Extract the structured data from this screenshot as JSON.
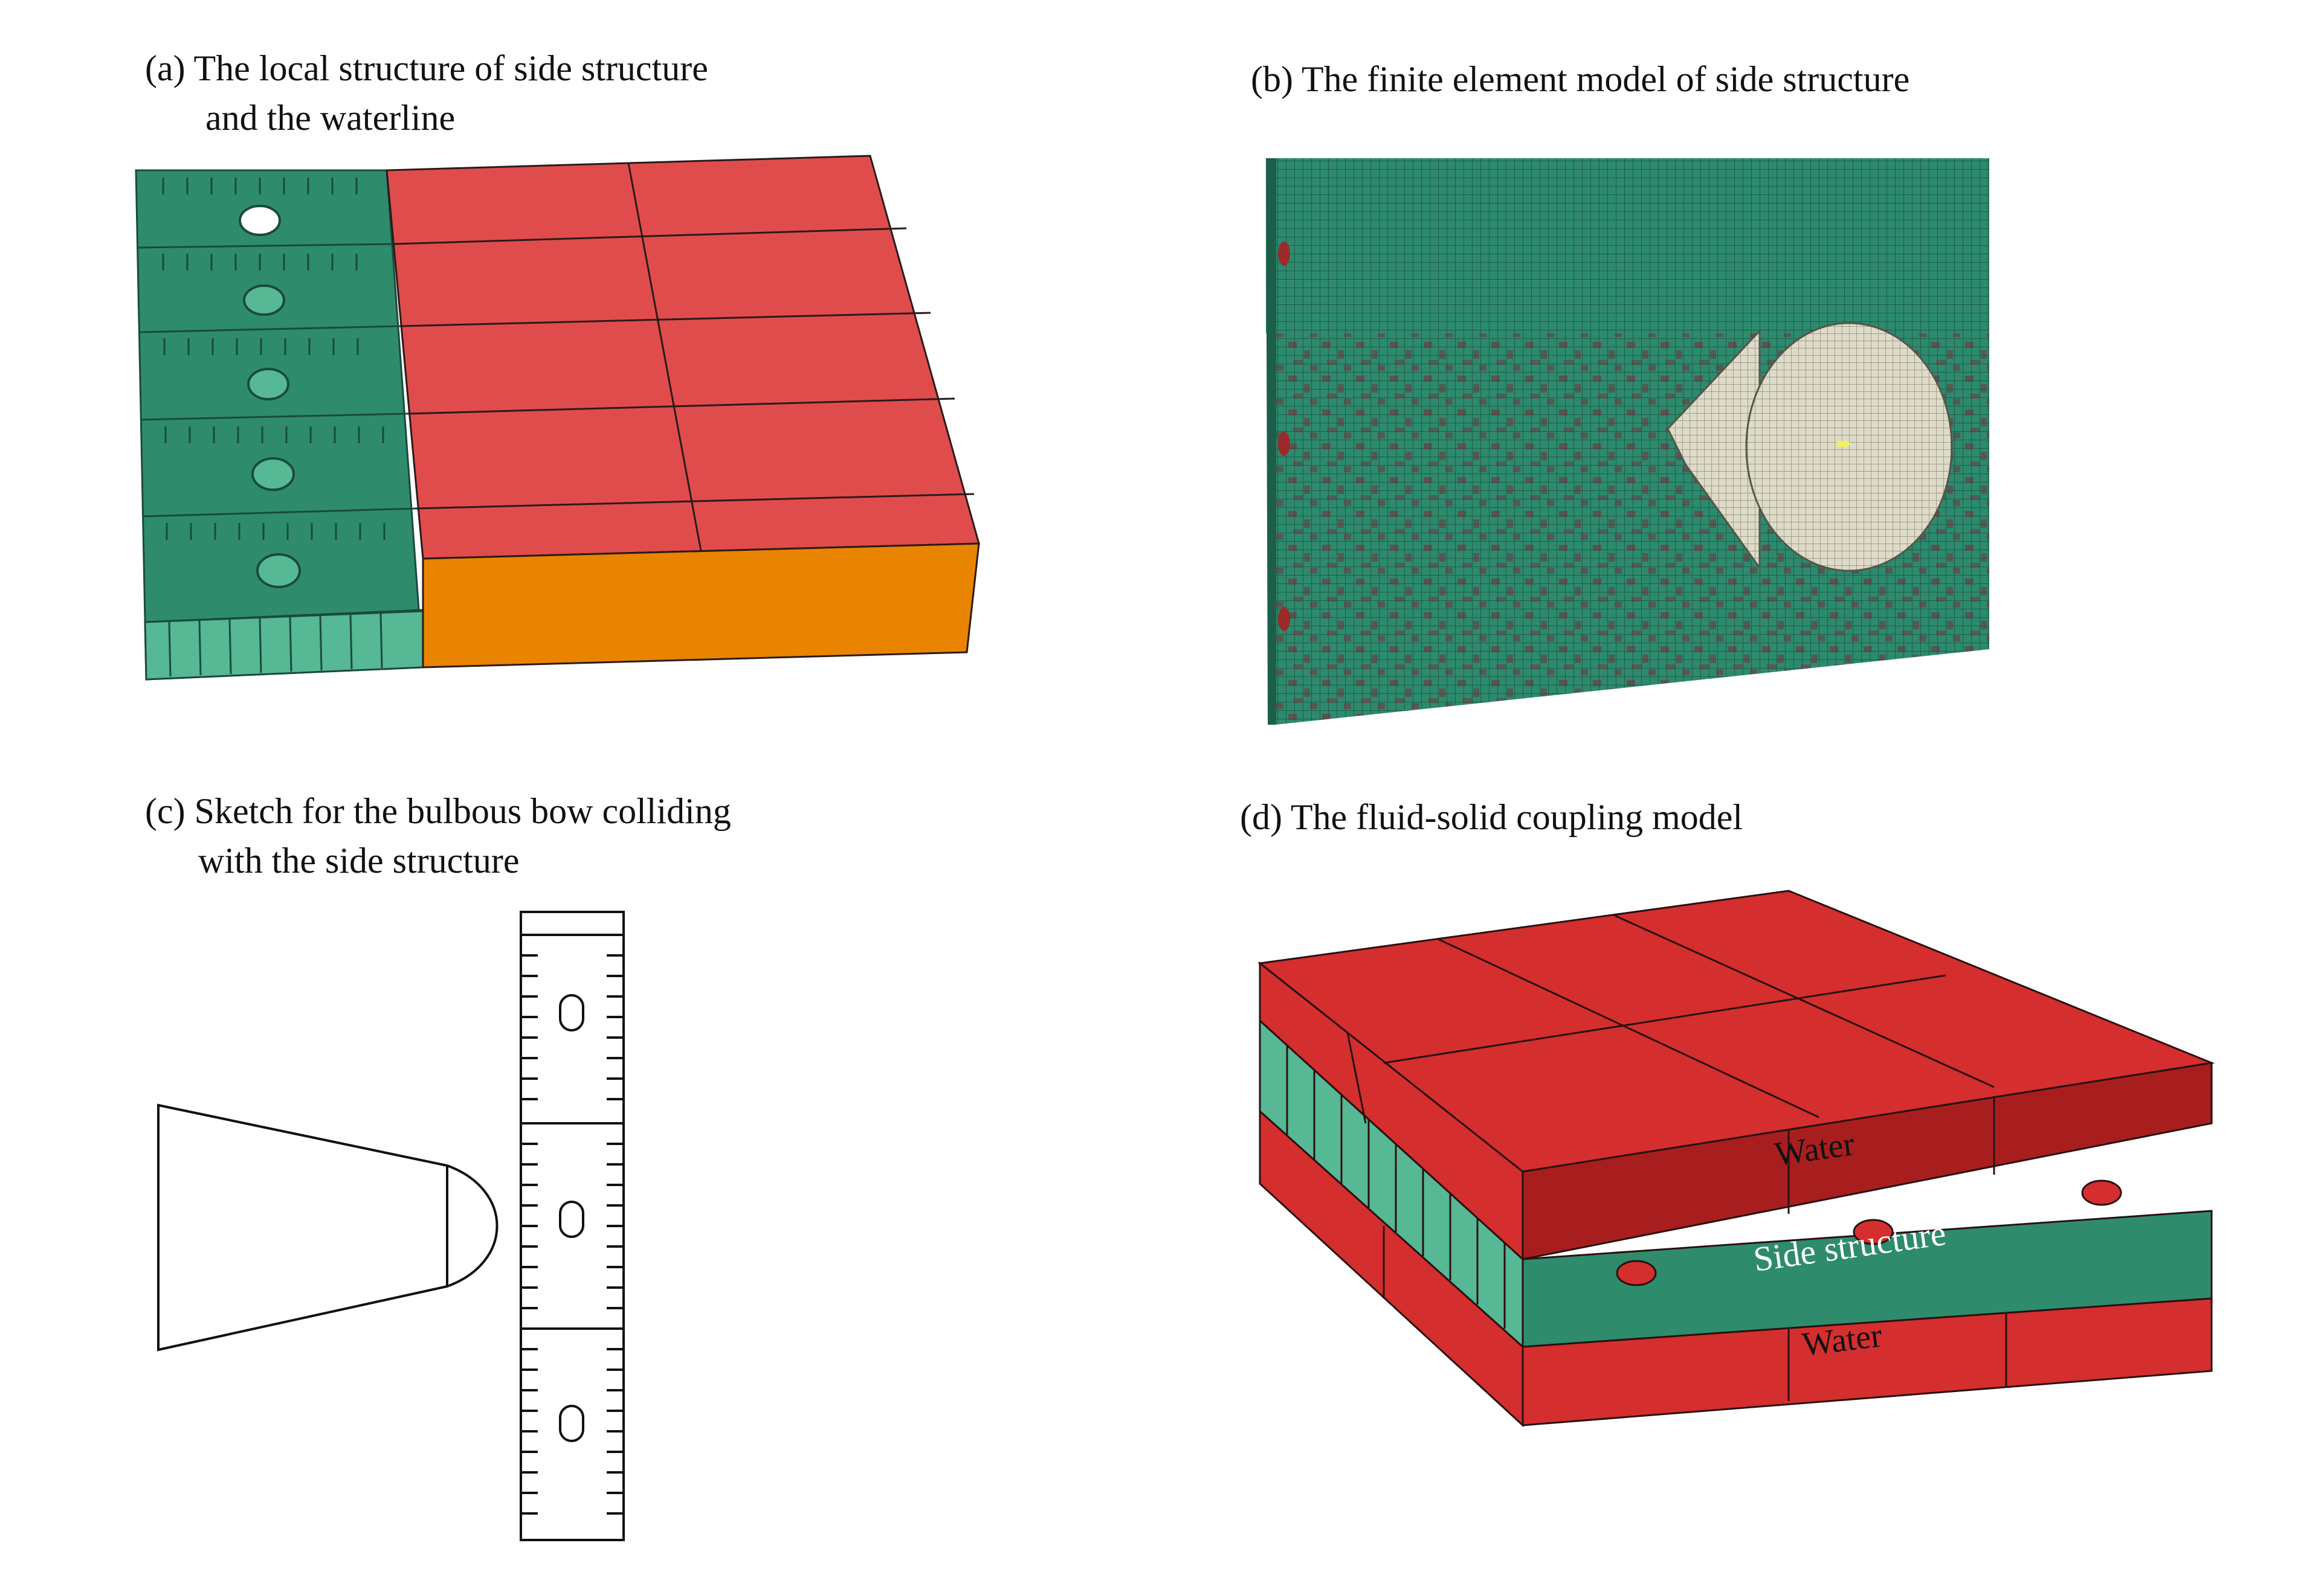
{
  "panels": {
    "a": {
      "caption_line1": "(a) The local structure of side structure",
      "caption_line2": "and the waterline"
    },
    "b": {
      "caption_line1": "(b) The finite element model of side structure"
    },
    "c": {
      "caption_line1": "(c) Sketch for the bulbous bow colliding",
      "caption_line2": "with the side structure"
    },
    "d": {
      "caption_line1": "(d) The fluid-solid coupling model",
      "label_water_top": "Water",
      "label_side_structure": "Side structure",
      "label_water_bottom": "Water"
    }
  },
  "colors": {
    "water_red": "#e04c4c",
    "water_red_d": "#d42e2e",
    "water_red_dark": "#a81e1e",
    "structure_green": "#2e8c6c",
    "structure_green_light": "#56b894",
    "hull_orange": "#e88400",
    "mesh_green": "#2d8a6e",
    "mesh_red": "#7a2a35",
    "bulb_fill": "#d9d6c4"
  }
}
